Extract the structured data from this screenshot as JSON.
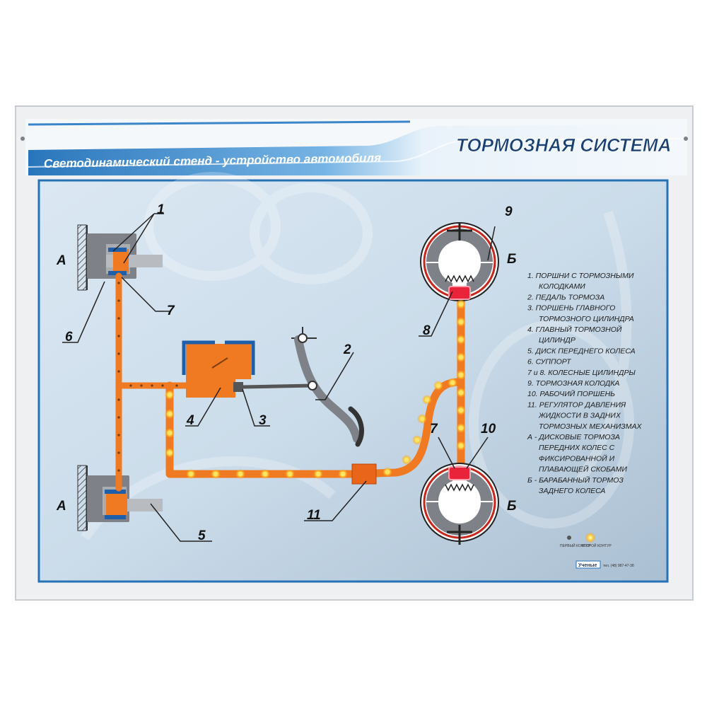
{
  "header": {
    "subtitle": "Светодинамический стенд - устройство автомобиля",
    "title": "ТОРМОЗНАЯ СИСТЕМА"
  },
  "colors": {
    "fluid": "#f07a22",
    "led": "#ffd23a",
    "header_blue": "#2f7fc4",
    "frame": "#2672b6",
    "panel_bg": "#cfe0ee",
    "metal": "#8c8f94",
    "drum_red": "#c8251c"
  },
  "labels": {
    "n1": "1",
    "n2": "2",
    "n3": "3",
    "n4": "4",
    "n5": "5",
    "n6": "6",
    "n7_front": "7",
    "n7_rear": "7",
    "n8": "8",
    "n9": "9",
    "n10": "10",
    "n11": "11",
    "a_top": "А",
    "a_bottom": "А",
    "b_top": "Б",
    "b_bottom": "Б"
  },
  "legend": [
    "1. ПОРШНИ С ТОРМОЗНЫМИ",
    "КОЛОДКАМИ",
    "2. ПЕДАЛЬ ТОРМОЗА",
    "3. ПОРШЕНЬ ГЛАВНОГО",
    "ТОРМОЗНОГО ЦИЛИНДРА",
    "4. ГЛАВНЫЙ ТОРМОЗНОЙ",
    "ЦИЛИНДР",
    "5. ДИСК ПЕРЕДНЕГО КОЛЕСА",
    "6. СУППОРТ",
    "7 и 8. КОЛЕСНЫЕ ЦИЛИНДРЫ",
    "9. ТОРМОЗНАЯ КОЛОДКА",
    "10. РАБОЧИЙ ПОРШЕНЬ",
    "11. РЕГУЛЯТОР ДАВЛЕНИЯ",
    "ЖИДКОСТИ В ЗАДНИХ",
    "ТОРМОЗНЫХ МЕХАНИЗМАХ",
    "А - ДИСКОВЫЕ ТОРМОЗА",
    "ПЕРЕДНИХ КОЛЕС С",
    "ФИКСИРОВАННОЙ И",
    "ПЛАВАЮЩЕЙ СКОБАМИ",
    "Б - БАРАБАННЫЙ ТОРМОЗ",
    "ЗАДНЕГО КОЛЕСА"
  ],
  "circuits": {
    "first": "ПЕРВЫЙ КОНТУР",
    "second": "ВТОРОЙ КОНТУР"
  },
  "footer": {
    "brand": "Ученые",
    "phone": "тел. (48) 987-47-38"
  }
}
